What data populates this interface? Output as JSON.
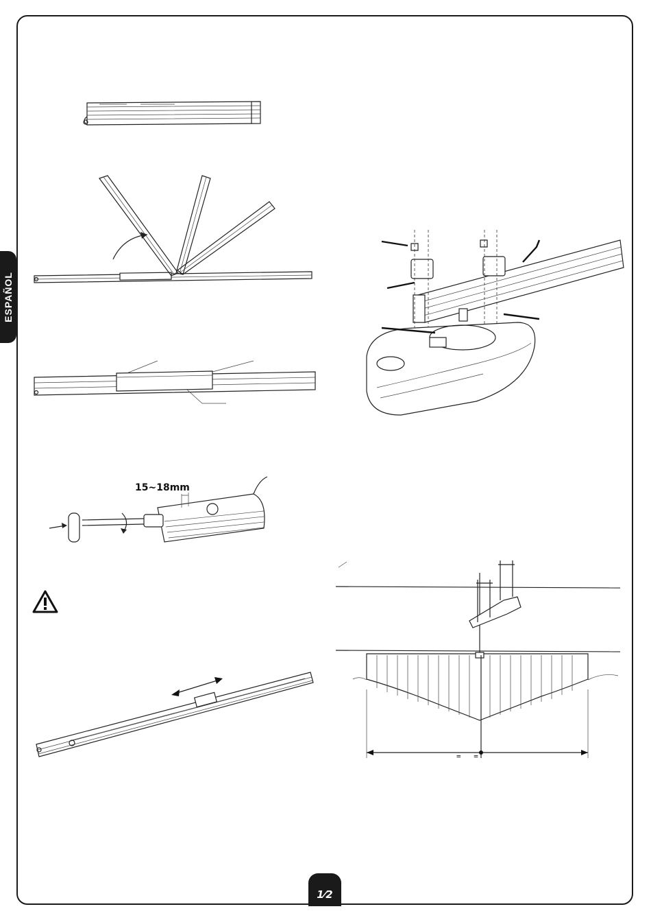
{
  "side_tab": {
    "language": "ESPAÑOL"
  },
  "figures": {
    "rail_adjust": {
      "dimension_label": "15~18mm"
    },
    "warning": {
      "icon": "warning-triangle-icon"
    },
    "installation": {
      "center_mark": "=  ="
    }
  },
  "footer": {
    "page_number": "1⁄2"
  }
}
